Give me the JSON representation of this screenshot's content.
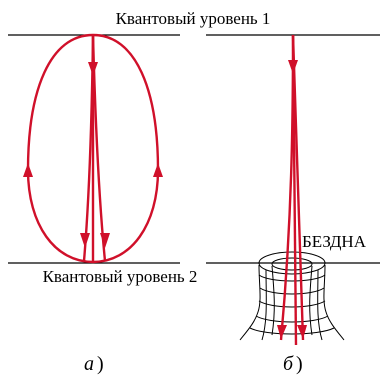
{
  "labels": {
    "level_1": "Квантовый уровень 1",
    "level_2": "Квантовый уровень 2",
    "abyss": "БЕЗДНА"
  },
  "captions": {
    "a": {
      "letter": "а",
      "paren": ")"
    },
    "b": {
      "letter": "б",
      "paren": ")"
    }
  },
  "colors": {
    "path": "#d0102a",
    "line": "#000000"
  }
}
